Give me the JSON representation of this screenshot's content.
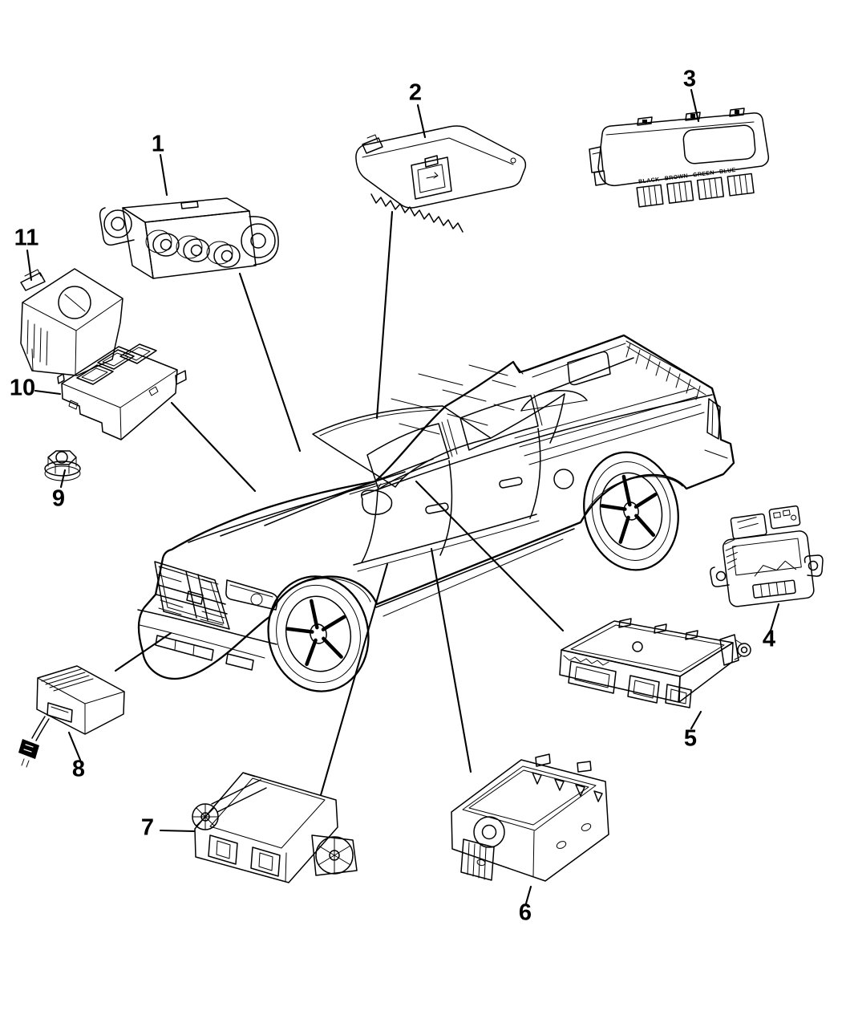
{
  "diagram": {
    "ink_color": "#000000",
    "background_color": "#ffffff",
    "module3_connector_labels": "BLACK BROWN GREEN BLUE",
    "callouts": [
      {
        "number": "1"
      },
      {
        "number": "2"
      },
      {
        "number": "3"
      },
      {
        "number": "4"
      },
      {
        "number": "5"
      },
      {
        "number": "6"
      },
      {
        "number": "7"
      },
      {
        "number": "8"
      },
      {
        "number": "9"
      },
      {
        "number": "10"
      },
      {
        "number": "11"
      }
    ]
  }
}
